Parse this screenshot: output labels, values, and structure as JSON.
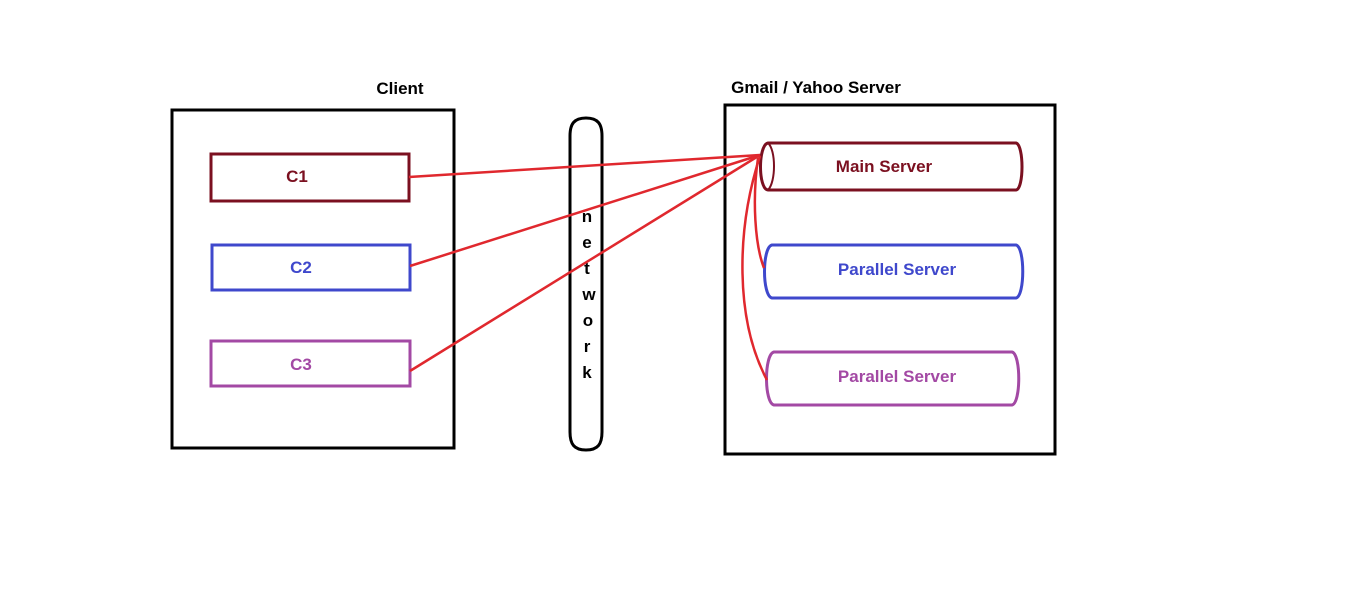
{
  "client": {
    "title": "Client",
    "nodes": [
      {
        "label": "C1",
        "color": "#7b1020"
      },
      {
        "label": "C2",
        "color": "#3f48cc"
      },
      {
        "label": "C3",
        "color": "#a349a4"
      }
    ]
  },
  "network": {
    "letters": [
      "n",
      "e",
      "t",
      "w",
      "o",
      "r",
      "k"
    ]
  },
  "server": {
    "title": "Gmail / Yahoo Server",
    "main": {
      "label": "Main Server",
      "color": "#7b1020"
    },
    "parallel": [
      {
        "label": "Parallel Server",
        "color": "#3f48cc"
      },
      {
        "label": "Parallel Server",
        "color": "#a349a4"
      }
    ]
  },
  "colors": {
    "connection": "#e0282e",
    "frame": "#000000"
  }
}
